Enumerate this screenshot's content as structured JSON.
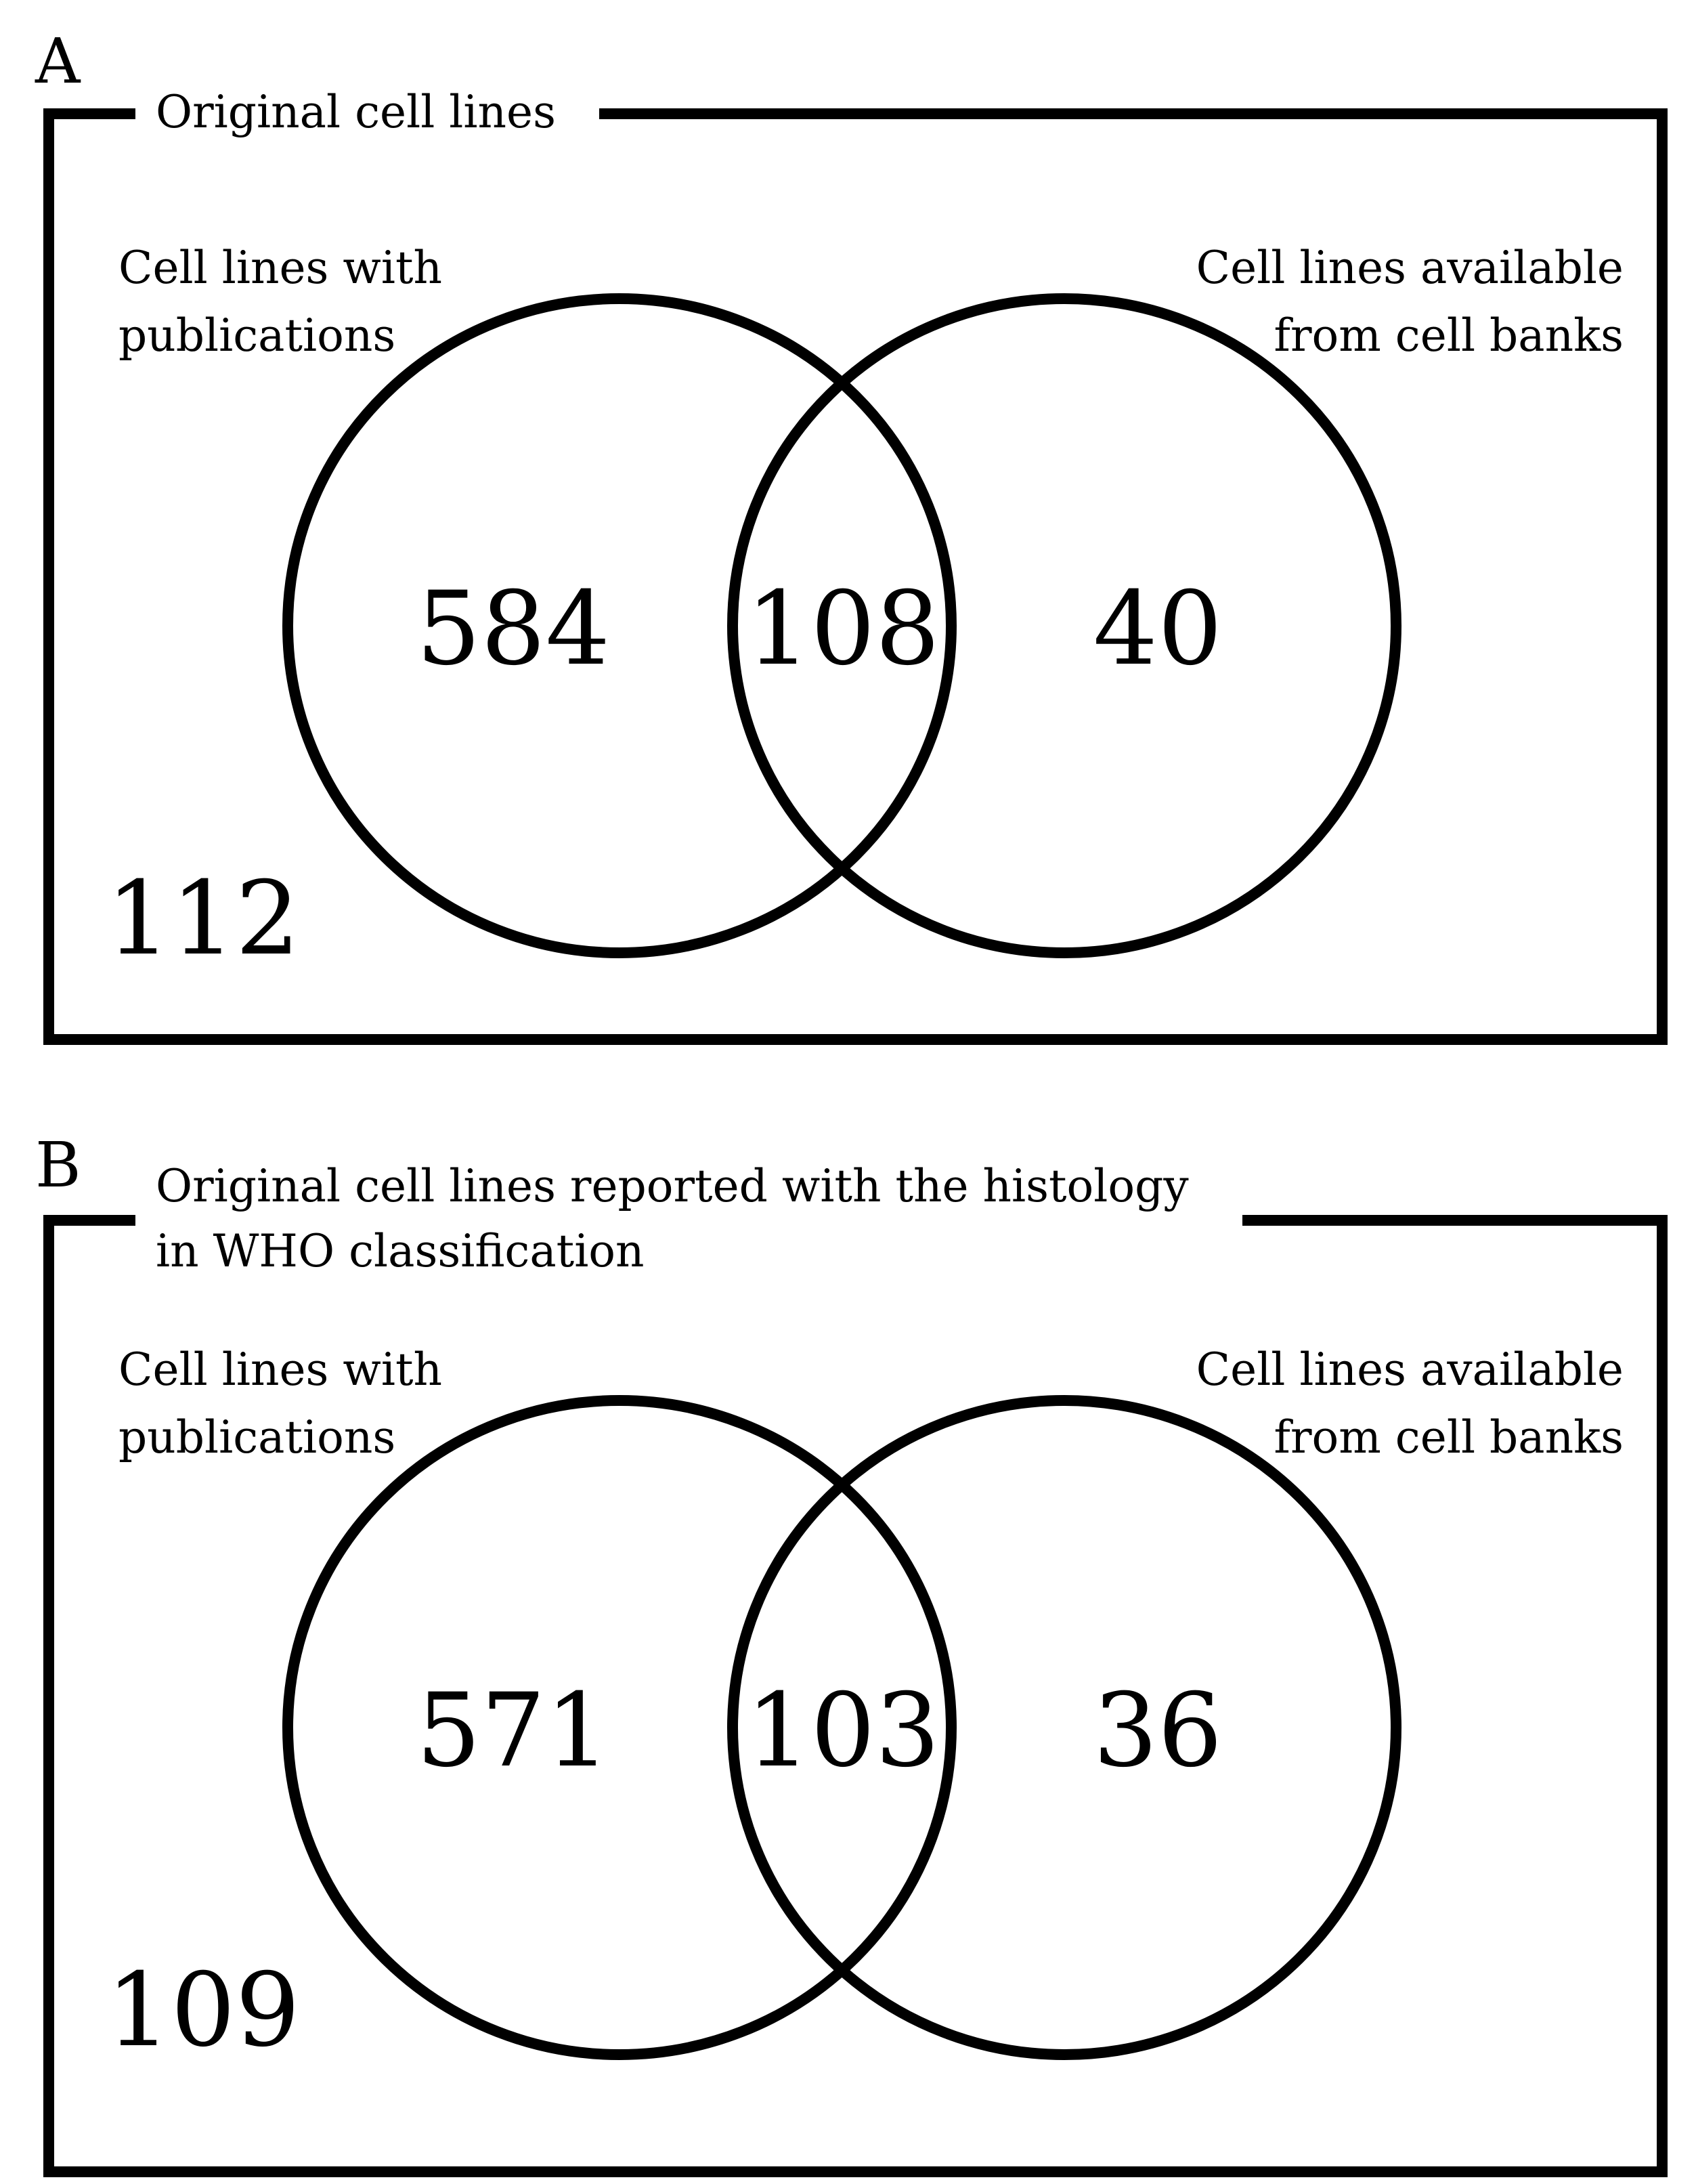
{
  "figure": {
    "panels": [
      {
        "id": "A",
        "letter": "A",
        "title_lines": [
          "Original cell lines"
        ],
        "left_set_lines": [
          "Cell lines with",
          "publications"
        ],
        "right_set_lines": [
          "Cell lines available",
          "from cell banks"
        ],
        "left_only": "584",
        "both": "108",
        "right_only": "40",
        "neither": "112"
      },
      {
        "id": "B",
        "letter": "B",
        "title_lines": [
          "Original cell lines reported with the histology",
          "in WHO classification"
        ],
        "left_set_lines": [
          "Cell lines with",
          "publications"
        ],
        "right_set_lines": [
          "Cell lines available",
          "from cell banks"
        ],
        "left_only": "571",
        "both": "103",
        "right_only": "36",
        "neither": "109"
      }
    ]
  },
  "style": {
    "line_color": "#000000",
    "background": "#ffffff"
  }
}
